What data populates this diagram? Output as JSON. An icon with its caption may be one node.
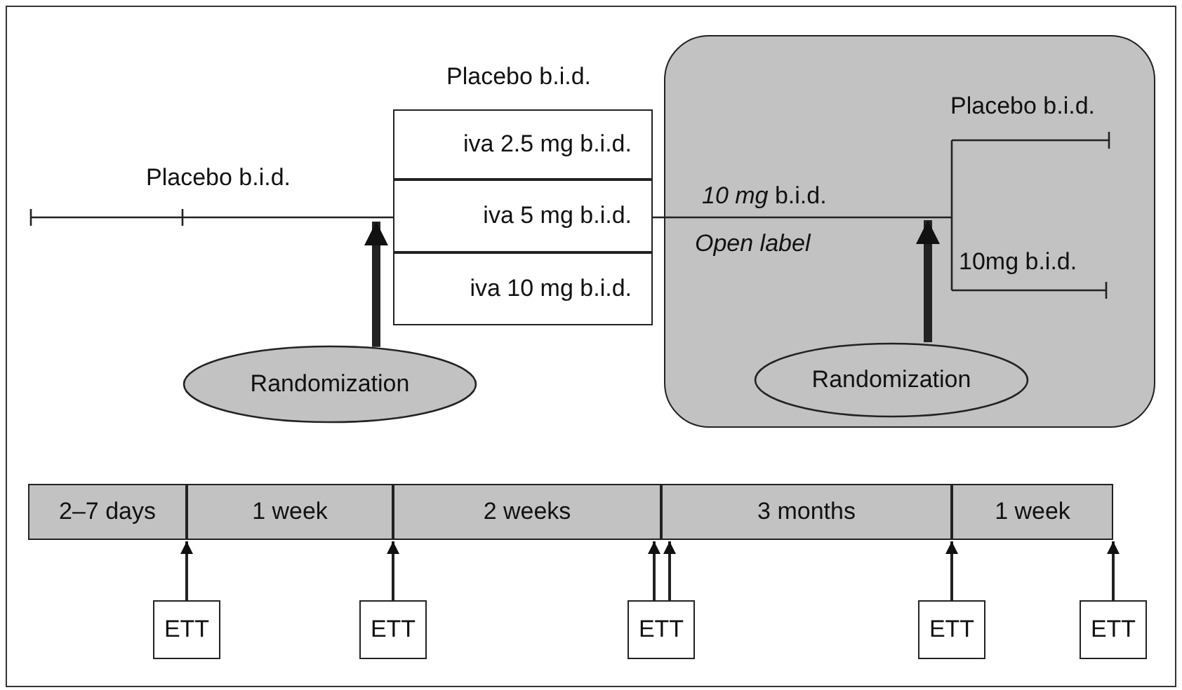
{
  "diagram": {
    "nodes": [
      {
        "text": [
          "Randomization"
        ]
      },
      {
        "text": [
          "iva 2.5 mg b.i.d."
        ]
      },
      {
        "text": [
          "iva 5 mg b.i.d."
        ]
      },
      {
        "text": [
          "iva 10 mg b.i.d."
        ]
      },
      {
        "text": [],
        "shape": "box"
      },
      {
        "text": [
          "Randomization"
        ],
        "in": 4
      },
      {
        "text": [
          "2–7 days"
        ]
      },
      {
        "text": [
          "1 week"
        ]
      },
      {
        "text": [
          "2 weeks"
        ]
      },
      {
        "text": [
          "3 months"
        ]
      },
      {
        "text": [
          "1 week"
        ]
      },
      {
        "text": [
          "ETT"
        ]
      },
      {
        "text": [
          "ETT"
        ]
      },
      {
        "text": [
          "ETT"
        ]
      },
      {
        "text": [
          "ETT"
        ]
      },
      {
        "text": [
          "ETT"
        ]
      }
    ],
    "edges": [
      {
        "from": 0,
        "to": 2,
        "arrow": "to",
        "style": "thick"
      },
      {
        "from": 5,
        "to": null,
        "arrow": "to",
        "style": "thick"
      },
      {
        "from": 11,
        "to": 6,
        "arrow": "to"
      },
      {
        "from": 12,
        "to": 7,
        "arrow": "to"
      },
      {
        "from": 13,
        "to": 8,
        "arrow": "to"
      },
      {
        "from": 13,
        "to": 8,
        "arrow": "to"
      },
      {
        "from": 14,
        "to": 10,
        "arrow": "to"
      },
      {
        "from": 15,
        "to": 10,
        "arrow": "to"
      }
    ],
    "labels": [
      "Placebo b.i.d.",
      "Placebo b.i.d.",
      "Placebo b.i.d.",
      "*10 mg* b.i.d.",
      "Open label",
      "10mg b.i.d."
    ]
  }
}
